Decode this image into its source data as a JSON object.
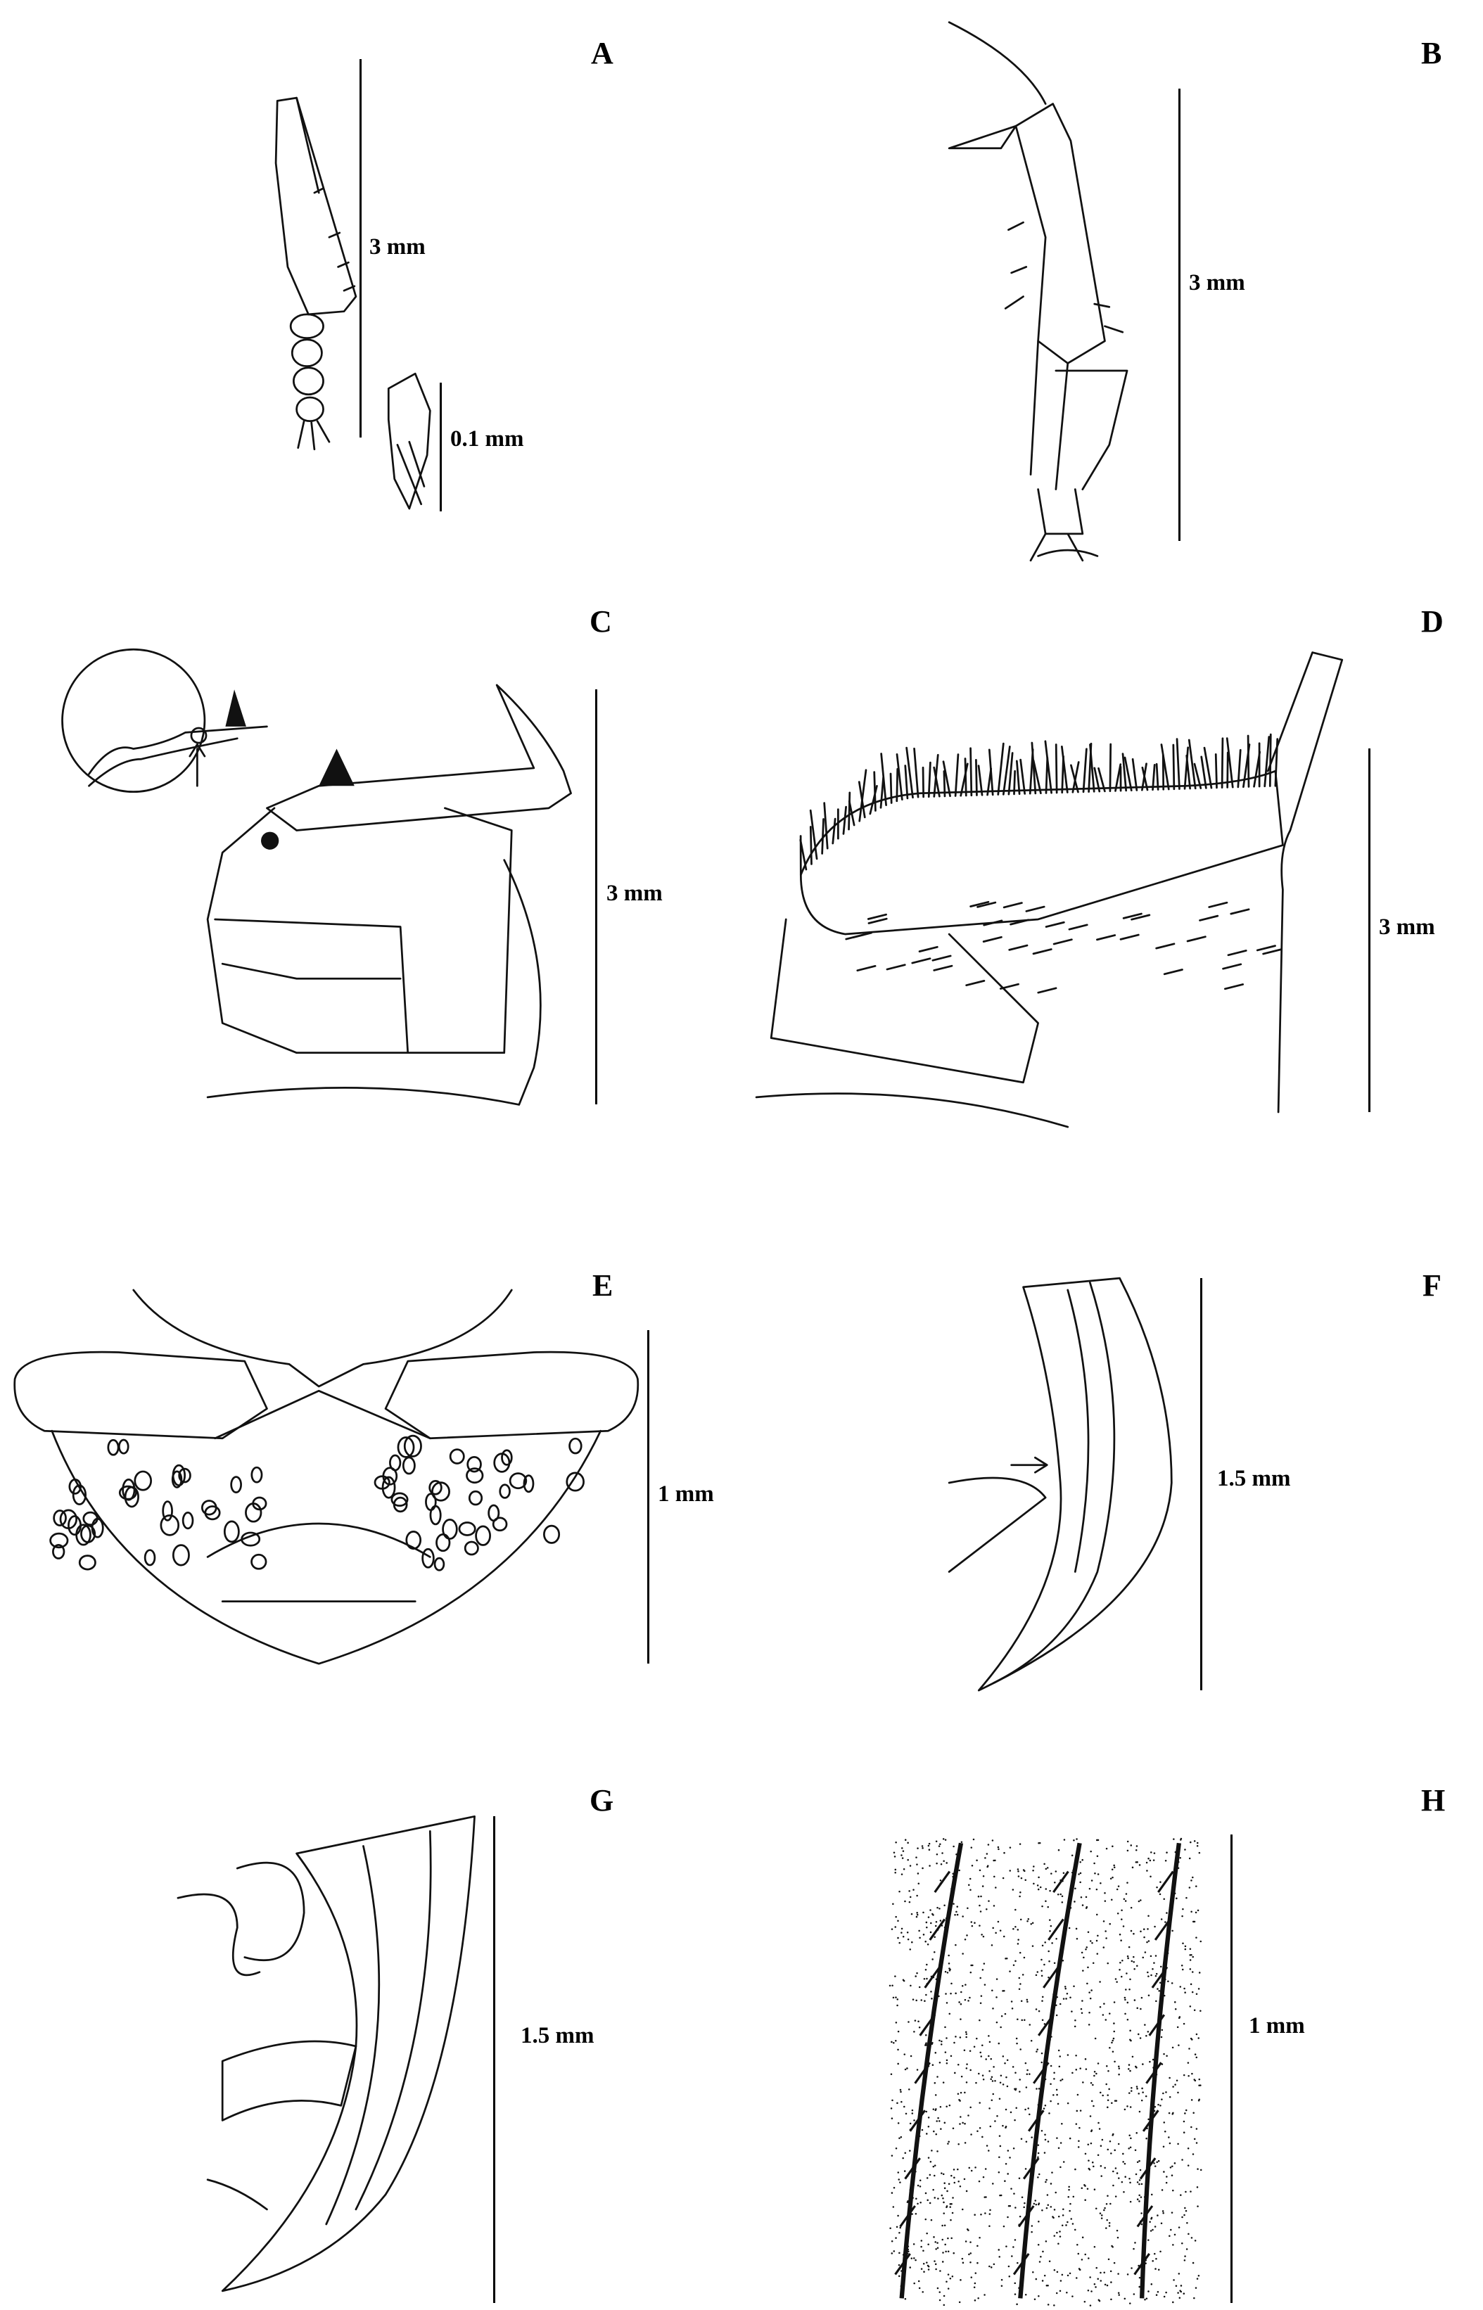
{
  "panels": [
    {
      "label": "A",
      "scales": [
        "3 mm",
        "0.1 mm"
      ]
    },
    {
      "label": "B",
      "scales": [
        "3 mm"
      ]
    },
    {
      "label": "C",
      "scales": [
        "3 mm"
      ]
    },
    {
      "label": "D",
      "scales": [
        "3 mm"
      ]
    },
    {
      "label": "E",
      "scales": [
        "1 mm"
      ]
    },
    {
      "label": "F",
      "scales": [
        "1.5 mm"
      ]
    },
    {
      "label": "G",
      "scales": [
        "1.5 mm"
      ]
    },
    {
      "label": "H",
      "scales": [
        "1 mm"
      ]
    }
  ]
}
